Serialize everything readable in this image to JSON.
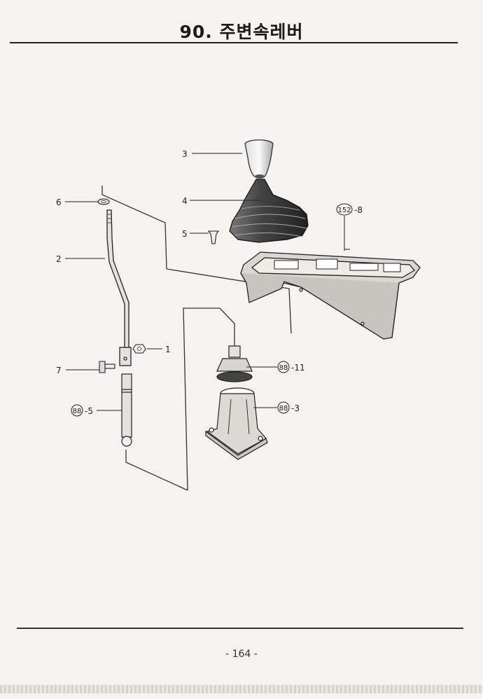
{
  "header": {
    "title": "90. 주변속레버"
  },
  "callouts": {
    "c1": "1",
    "c2": "2",
    "c3": "3",
    "c4": "4",
    "c5": "5",
    "c6": "6",
    "c7": "7",
    "c8_ref": "152",
    "c8_suffix": "-8",
    "c11_ref": "88",
    "c11_suffix": "-11",
    "c3b_ref": "88",
    "c3b_suffix": "-3",
    "c5b_ref": "88",
    "c5b_suffix": "-5"
  },
  "footer": {
    "page": "- 164 -"
  }
}
